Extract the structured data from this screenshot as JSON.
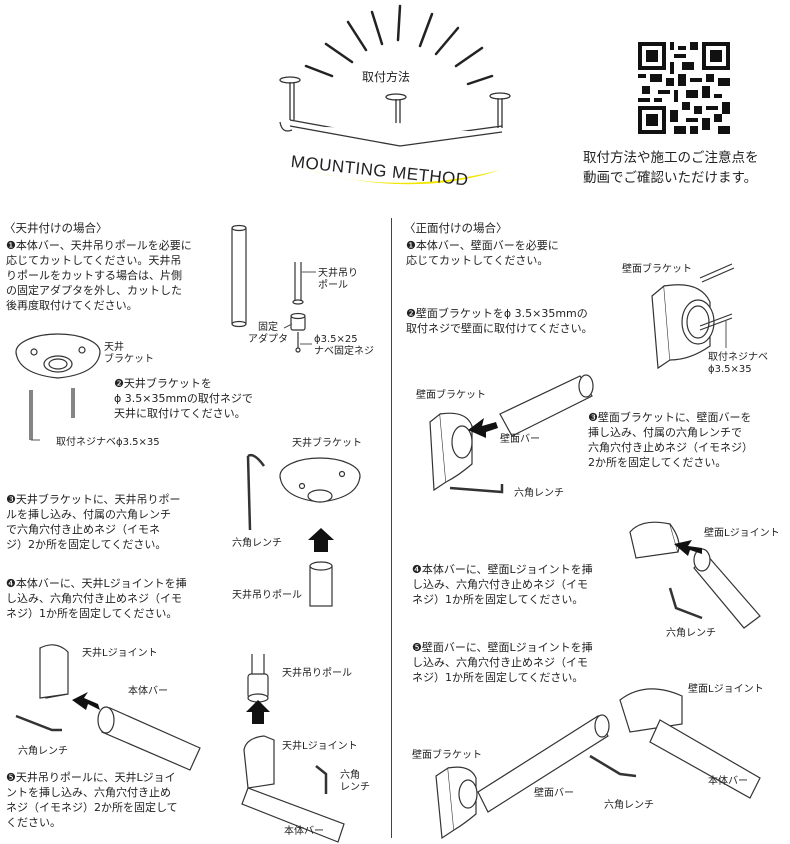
{
  "header": {
    "title_jp": "取付方法",
    "title_en": "MOUNTING METHOD",
    "qr_caption": "取付方法や施工のご注意点を\n動画でご確認いただけます。"
  },
  "ceiling": {
    "heading": "〈天井付けの場合〉",
    "step1": "❶本体バー、天井吊りポールを必要に\n応じてカットしてください。天井吊\nりポールをカットする場合は、片側\nの固定アダプタを外し、カットした\n後再度取付けてください。",
    "label_pole": "天井吊り\nポール",
    "label_adapter": "固定\nアダプタ",
    "label_screw_size": "ϕ3.5×25\nナベ固定ネジ",
    "label_bracket": "天井\nブラケット",
    "step2": "❷天井ブラケットを\nϕ 3.5×35mmの取付ネジで\n天井に取付けてください。",
    "label_screw": "取付ネジナベϕ3.5×35",
    "label_bracket2": "天井ブラケット",
    "step3": "❸天井ブラケットに、天井吊りポー\nルを挿し込み、付属の六角レンチ\nで六角穴付き止めネジ（イモネ\nジ）2か所を固定してください。",
    "label_wrench": "六角レンチ",
    "label_pole2": "天井吊りポール",
    "step4": "❹本体バーに、天井Lジョイントを挿\nし込み、六角穴付き止めネジ（イモ\nネジ）1か所を固定してください。",
    "label_ljoint": "天井Lジョイント",
    "label_bar": "本体バー",
    "label_wrench2": "六角レンチ",
    "label_pole3": "天井吊りポール",
    "label_ljoint2": "天井Lジョイント",
    "label_wrench3": "六角\nレンチ",
    "label_bar2": "本体バー",
    "step5": "❺天井吊りポールに、天井Lジョイ\nントを挿し込み、六角穴付き止め\nネジ（イモネジ）2か所を固定して\nください。"
  },
  "wall": {
    "heading": "〈正面付けの場合〉",
    "step1": "❶本体バー、壁面バーを必要に\n応じてカットしてください。",
    "label_bracket": "壁面ブラケット",
    "step2": "❷壁面ブラケットをϕ 3.5×35mmの\n取付ネジで壁面に取付けてください。",
    "label_screw": "取付ネジナベ\nϕ3.5×35",
    "label_bracket2": "壁面ブラケット",
    "label_wallbar": "壁面バー",
    "step3": "❸壁面ブラケットに、壁面バーを\n挿し込み、付属の六角レンチで\n六角穴付き止めネジ（イモネジ）\n2か所を固定してください。",
    "label_wrench": "六角レンチ",
    "label_ljoint": "壁面Lジョイント",
    "step4": "❹本体バーに、壁面Lジョイントを挿\nし込み、六角穴付き止めネジ（イモ\nネジ）1か所を固定してください。",
    "label_wrench2": "六角レンチ",
    "step5": "❺壁面バーに、壁面Lジョイントを挿\nし込み、六角穴付き止めネジ（イモ\nネジ）1か所を固定してください。",
    "label_ljoint2": "壁面Lジョイント",
    "label_bracket3": "壁面ブラケット",
    "label_wallbar2": "壁面バー",
    "label_bar": "本体バー",
    "label_wrench3": "六角レンチ"
  },
  "colors": {
    "accent_yellow": "#f2e600",
    "line": "#333333"
  }
}
